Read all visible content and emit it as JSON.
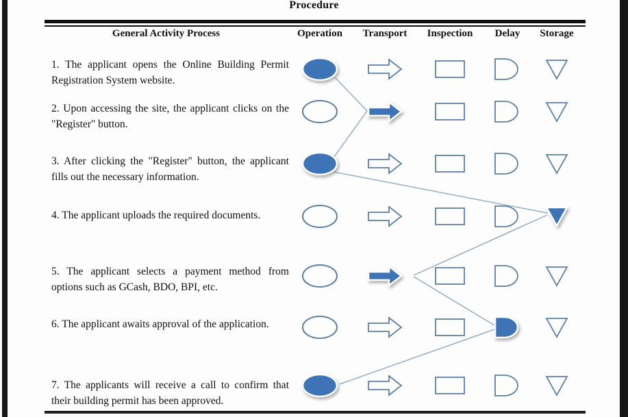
{
  "title": "Procedure",
  "columns": {
    "activity": "General Activity Process",
    "operation": "Operation",
    "transport": "Transport",
    "inspection": "Inspection",
    "delay": "Delay",
    "storage": "Storage"
  },
  "rows": [
    {
      "text": "1. The applicant opens the Online Building Permit Registration System website.",
      "marked": "operation"
    },
    {
      "text": "2. Upon accessing the site, the applicant clicks on the \"Register\" button.",
      "marked": "transport"
    },
    {
      "text": "3. After clicking the \"Register\" button, the applicant fills out the necessary information.",
      "marked": "operation"
    },
    {
      "text": "4. The applicant uploads the required documents.",
      "marked": "storage"
    },
    {
      "text": "5. The applicant selects a payment method from options such as GCash, BDO, BPI, etc.",
      "marked": "transport"
    },
    {
      "text": "6. The applicant awaits approval of the application.",
      "marked": "delay"
    },
    {
      "text": "7. The applicants will receive a call to confirm that their building permit has been approved.",
      "marked": "operation"
    }
  ],
  "colors": {
    "filled_symbol": "#3E73B5",
    "symbol_outline": "#5B7FA6",
    "connector_line": "#93ACC8"
  }
}
